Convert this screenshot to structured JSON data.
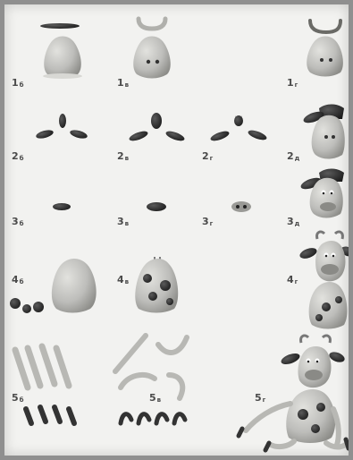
{
  "steps": {
    "s1b": {
      "num": "1",
      "letter": "б"
    },
    "s1v": {
      "num": "1",
      "letter": "в"
    },
    "s1g": {
      "num": "1",
      "letter": "г"
    },
    "s2b": {
      "num": "2",
      "letter": "б"
    },
    "s2v": {
      "num": "2",
      "letter": "в"
    },
    "s2g": {
      "num": "2",
      "letter": "г"
    },
    "s2d": {
      "num": "2",
      "letter": "д"
    },
    "s3b": {
      "num": "3",
      "letter": "б"
    },
    "s3v": {
      "num": "3",
      "letter": "в"
    },
    "s3g": {
      "num": "3",
      "letter": "г"
    },
    "s3d": {
      "num": "3",
      "letter": "д"
    },
    "s4b": {
      "num": "4",
      "letter": "б"
    },
    "s4v": {
      "num": "4",
      "letter": "в"
    },
    "s4g": {
      "num": "4",
      "letter": "г"
    },
    "s5b": {
      "num": "5",
      "letter": "б"
    },
    "s5v": {
      "num": "5",
      "letter": "в"
    },
    "s5g": {
      "num": "5",
      "letter": "г"
    }
  },
  "colors": {
    "clay_body": "#bdbdba",
    "clay_dark": "#2e2e2e",
    "page": "#f2f2f0",
    "frame": "#8f8f8f"
  }
}
